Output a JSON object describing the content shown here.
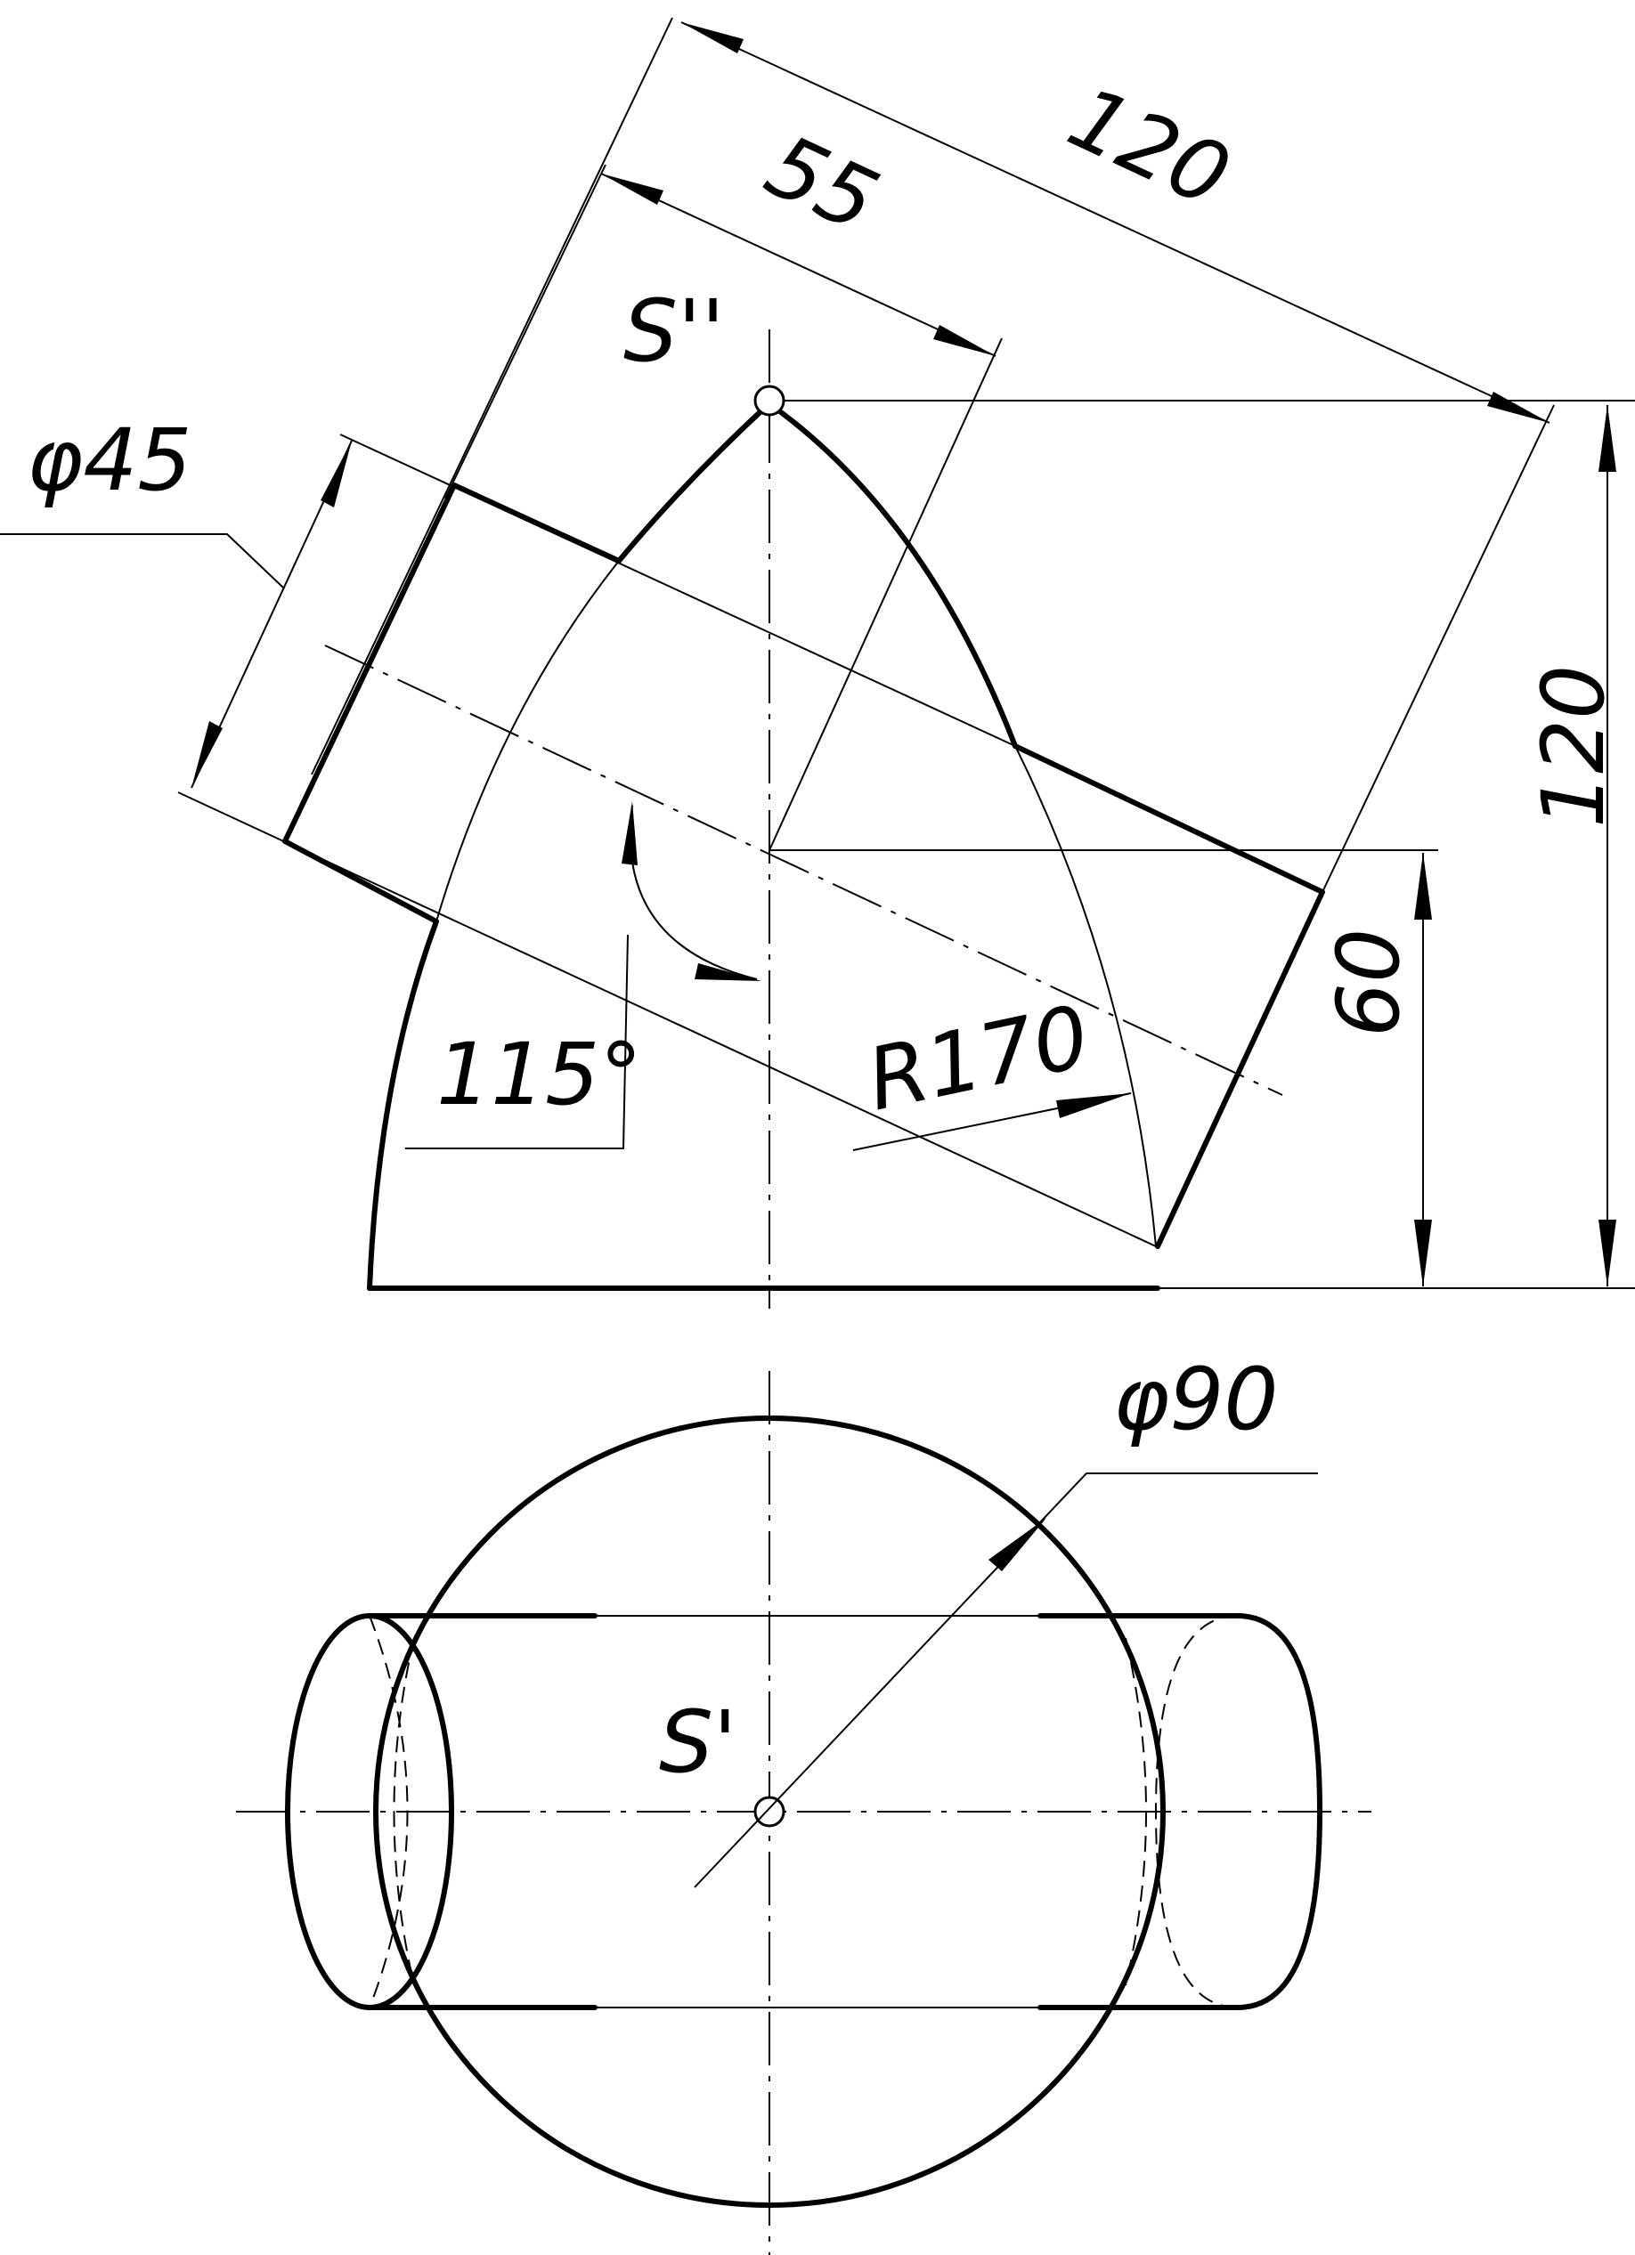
{
  "labels": {
    "apex_front": "S''",
    "apex_top": "S'",
    "dim_phi45": "φ45",
    "dim_55": "55",
    "dim_120_slant": "120",
    "dim_120_vertical": "120",
    "dim_60": "60",
    "dim_115": "115°",
    "dim_r170": "R170",
    "dim_phi90": "φ90"
  }
}
